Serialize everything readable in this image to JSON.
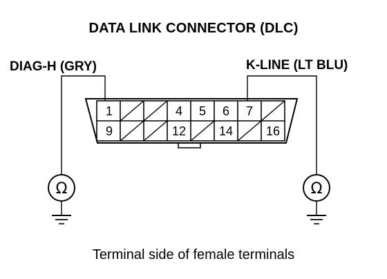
{
  "title": "DATA LINK CONNECTOR (DLC)",
  "left_label": "DIAG-H (GRY)",
  "right_label": "K-LINE (LT BLU)",
  "caption": "Terminal side of female terminals",
  "ohm_symbol": "Ω",
  "connector": {
    "top_row": [
      "1",
      "",
      "",
      "4",
      "5",
      "6",
      "7",
      ""
    ],
    "bottom_row": [
      "9",
      "",
      "",
      "12",
      "",
      "14",
      "",
      "16"
    ]
  },
  "icons": [
    "ohmmeter-icon",
    "ground-icon"
  ]
}
